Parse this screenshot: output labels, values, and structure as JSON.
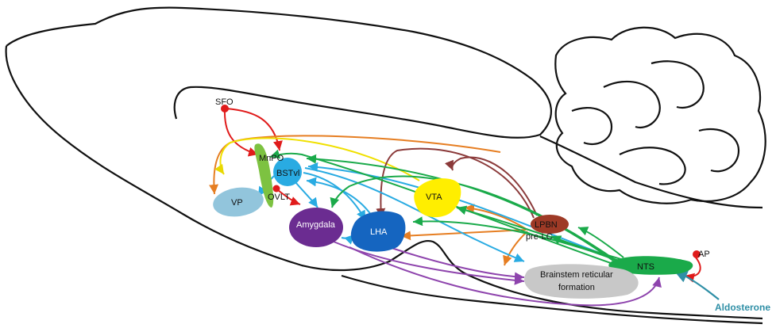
{
  "labels": {
    "sfo": "SFO",
    "mnpo": "MnPO",
    "bstvl": "BSTvl",
    "ovlt": "OVLT",
    "vp": "VP",
    "amygdala": "Amygdala",
    "lha": "LHA",
    "vta": "VTA",
    "lpbn": "LPBN",
    "prelc": "pre-LC",
    "nts": "NTS",
    "ap": "AP",
    "brainstem_line1": "Brainstem reticular",
    "brainstem_line2": "formation",
    "aldosterone": "Aldosterone"
  },
  "colors": {
    "sfo_ovlt_ap": "#e01b1b",
    "mnpo": "#7dc241",
    "bstvl": "#29abe2",
    "vp": "#92c5dc",
    "amygdala": "#6b2c91",
    "lha": "#1565c0",
    "vta": "#ffee00",
    "lpbn": "#9e3a26",
    "nts": "#1aaa4a",
    "brainstem": "#c8c8c8",
    "aldosterone": "#2f8fa6",
    "arrow_orange": "#e67e22",
    "arrow_yellow": "#f0e000",
    "arrow_brown": "#8b3a3a",
    "arrow_purple": "#8e44ad"
  }
}
